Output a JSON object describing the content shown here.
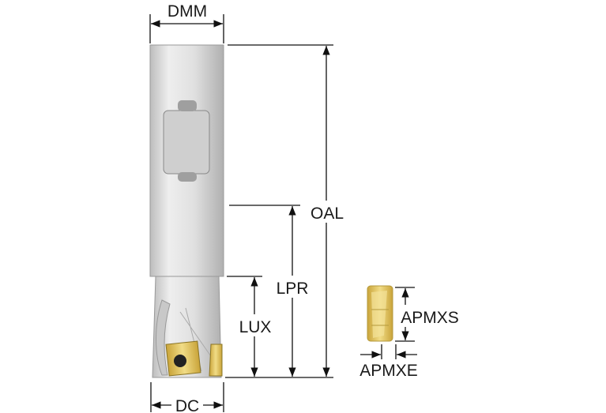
{
  "title": "Milling cutter dimension diagram",
  "labels": {
    "dmm": "DMM",
    "oal": "OAL",
    "lpr": "LPR",
    "lux": "LUX",
    "dc": "DC",
    "apmxs": "APMXS",
    "apmxe": "APMXE"
  },
  "colors": {
    "insert": "#e2c45a",
    "body": "#d9d9d9",
    "line": "#111111"
  }
}
